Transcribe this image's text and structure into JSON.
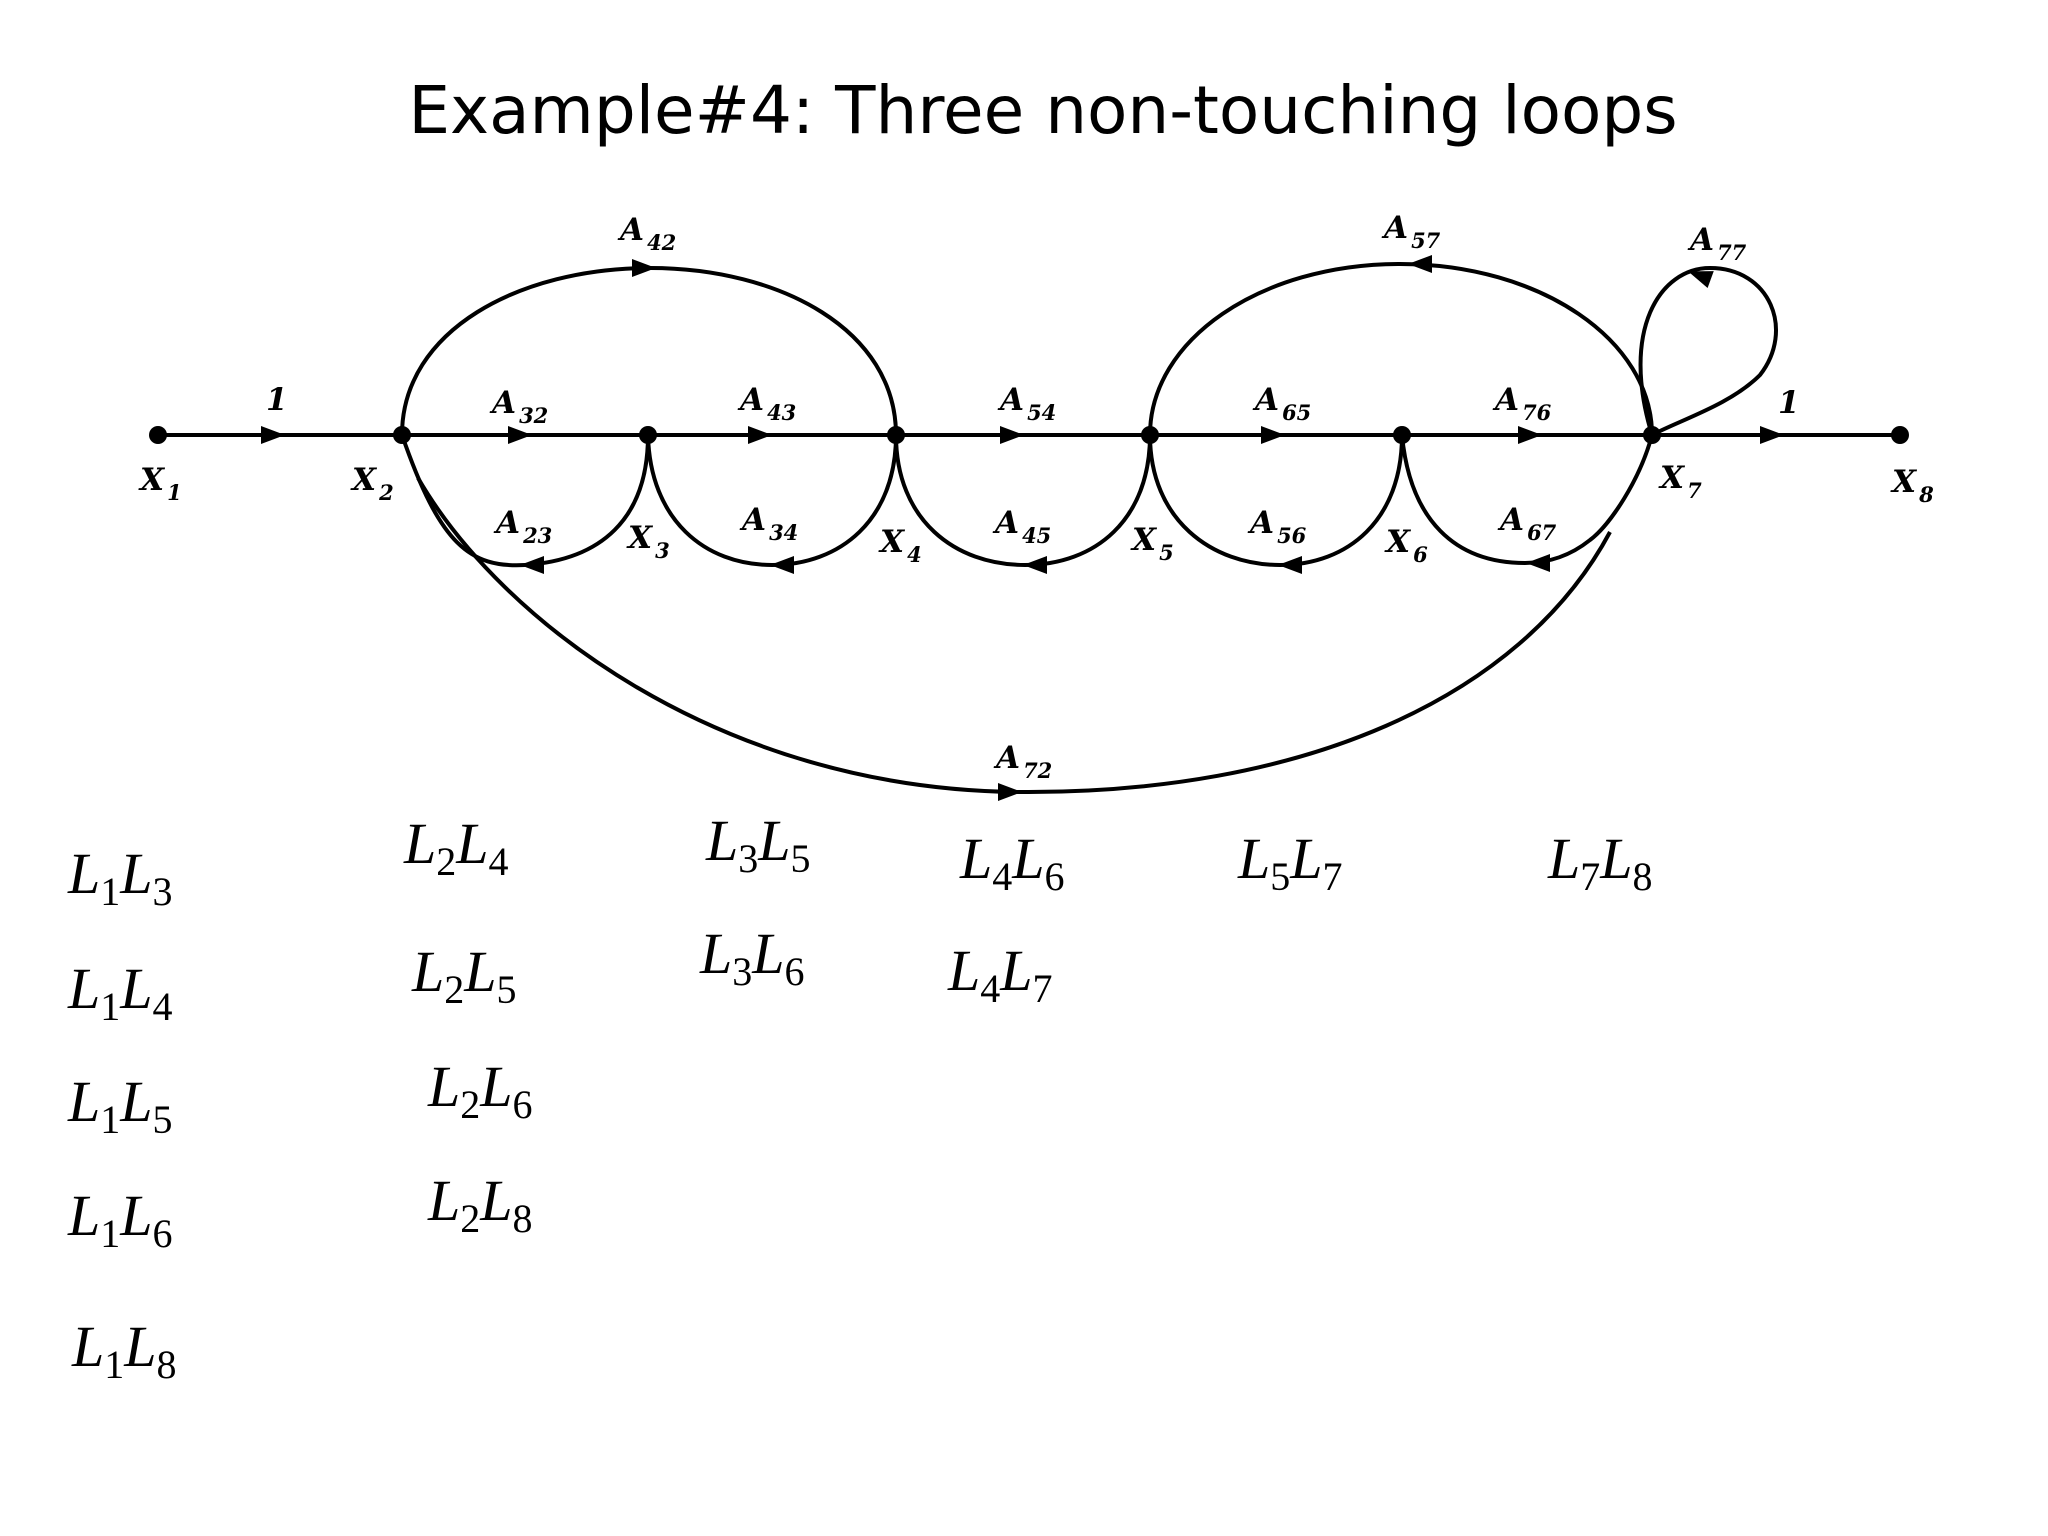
{
  "title": "Example#4: Three non-touching loops",
  "graph": {
    "nodes": [
      {
        "id": "x1",
        "name": "X",
        "sub": "1"
      },
      {
        "id": "x2",
        "name": "X",
        "sub": "2"
      },
      {
        "id": "x3",
        "name": "X",
        "sub": "3"
      },
      {
        "id": "x4",
        "name": "X",
        "sub": "4"
      },
      {
        "id": "x5",
        "name": "X",
        "sub": "5"
      },
      {
        "id": "x6",
        "name": "X",
        "sub": "6"
      },
      {
        "id": "x7",
        "name": "X",
        "sub": "7"
      },
      {
        "id": "x8",
        "name": "X",
        "sub": "8"
      }
    ],
    "edges": [
      {
        "id": "e12",
        "from": "x1",
        "to": "x2",
        "label": "1",
        "sub": ""
      },
      {
        "id": "e23f",
        "from": "x2",
        "to": "x3",
        "label": "A",
        "sub": "32"
      },
      {
        "id": "e34f",
        "from": "x3",
        "to": "x4",
        "label": "A",
        "sub": "43"
      },
      {
        "id": "e45f",
        "from": "x4",
        "to": "x5",
        "label": "A",
        "sub": "54"
      },
      {
        "id": "e56f",
        "from": "x5",
        "to": "x6",
        "label": "A",
        "sub": "65"
      },
      {
        "id": "e67f",
        "from": "x6",
        "to": "x7",
        "label": "A",
        "sub": "76"
      },
      {
        "id": "e78",
        "from": "x7",
        "to": "x8",
        "label": "1",
        "sub": ""
      },
      {
        "id": "e32b",
        "from": "x3",
        "to": "x2",
        "label": "A",
        "sub": "23"
      },
      {
        "id": "e43b",
        "from": "x4",
        "to": "x3",
        "label": "A",
        "sub": "34"
      },
      {
        "id": "e54b",
        "from": "x5",
        "to": "x4",
        "label": "A",
        "sub": "45"
      },
      {
        "id": "e65b",
        "from": "x6",
        "to": "x5",
        "label": "A",
        "sub": "56"
      },
      {
        "id": "e76b",
        "from": "x7",
        "to": "x6",
        "label": "A",
        "sub": "67"
      },
      {
        "id": "e24",
        "from": "x2",
        "to": "x4",
        "label": "A",
        "sub": "42"
      },
      {
        "id": "e75",
        "from": "x7",
        "to": "x5",
        "label": "A",
        "sub": "57"
      },
      {
        "id": "e77",
        "from": "x7",
        "to": "x7",
        "label": "A",
        "sub": "77"
      },
      {
        "id": "e27",
        "from": "x2",
        "to": "x7",
        "label": "A",
        "sub": "72"
      }
    ]
  },
  "loop_pairs": [
    {
      "a": "1",
      "b": "3"
    },
    {
      "a": "1",
      "b": "4"
    },
    {
      "a": "1",
      "b": "5"
    },
    {
      "a": "1",
      "b": "6"
    },
    {
      "a": "1",
      "b": "8"
    },
    {
      "a": "2",
      "b": "4"
    },
    {
      "a": "2",
      "b": "5"
    },
    {
      "a": "2",
      "b": "6"
    },
    {
      "a": "2",
      "b": "8"
    },
    {
      "a": "3",
      "b": "5"
    },
    {
      "a": "3",
      "b": "6"
    },
    {
      "a": "4",
      "b": "6"
    },
    {
      "a": "4",
      "b": "7"
    },
    {
      "a": "5",
      "b": "7"
    },
    {
      "a": "7",
      "b": "8"
    }
  ]
}
